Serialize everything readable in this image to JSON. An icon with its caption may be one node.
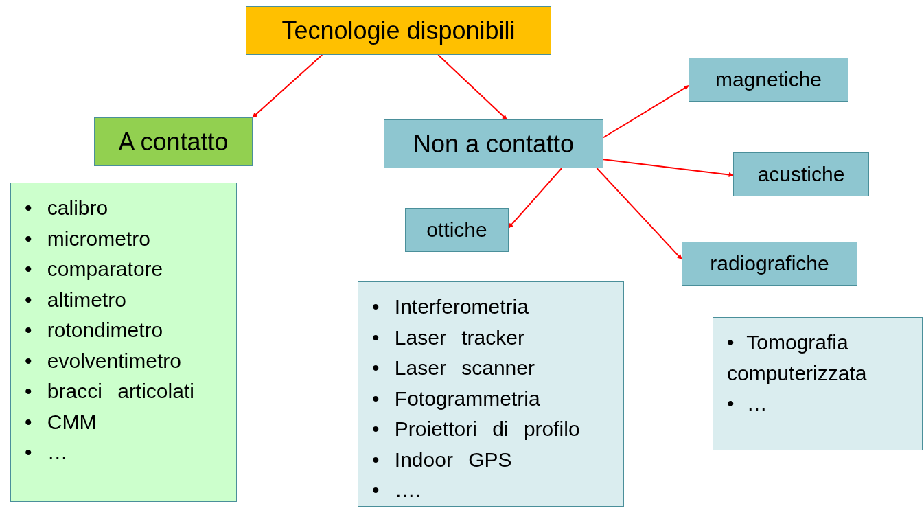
{
  "diagram": {
    "nodes": [
      {
        "text": [
          "Tecnologie disponibili"
        ]
      },
      {
        "text": [
          "A contatto"
        ]
      },
      {
        "text": [
          "• calibro",
          "• micrometro",
          "• comparatore",
          "• altimetro",
          "• rotondimetro",
          "• evolventimetro",
          "• bracci articolati",
          "• CMM",
          "• …"
        ]
      },
      {
        "text": [
          "Non a contatto"
        ]
      },
      {
        "text": [
          "magnetiche"
        ]
      },
      {
        "text": [
          "acustiche"
        ]
      },
      {
        "text": [
          "ottiche"
        ]
      },
      {
        "text": [
          "radiografiche"
        ]
      },
      {
        "text": [
          "• Interferometria",
          "• Laser tracker",
          "• Laser scanner",
          "• Fotogrammetria",
          "• Proiettori di profilo",
          "• Indoor GPS",
          "• …."
        ]
      },
      {
        "text": [
          "• Tomografia computerizzata",
          "• …"
        ]
      }
    ],
    "edges": [
      {
        "from": 0,
        "to": 1,
        "arrow": "to"
      },
      {
        "from": 0,
        "to": 3,
        "arrow": "to"
      },
      {
        "from": 3,
        "to": 4,
        "arrow": "to"
      },
      {
        "from": 3,
        "to": 5,
        "arrow": "to"
      },
      {
        "from": 3,
        "to": 6,
        "arrow": "to"
      },
      {
        "from": 3,
        "to": 7,
        "arrow": "to"
      }
    ]
  }
}
